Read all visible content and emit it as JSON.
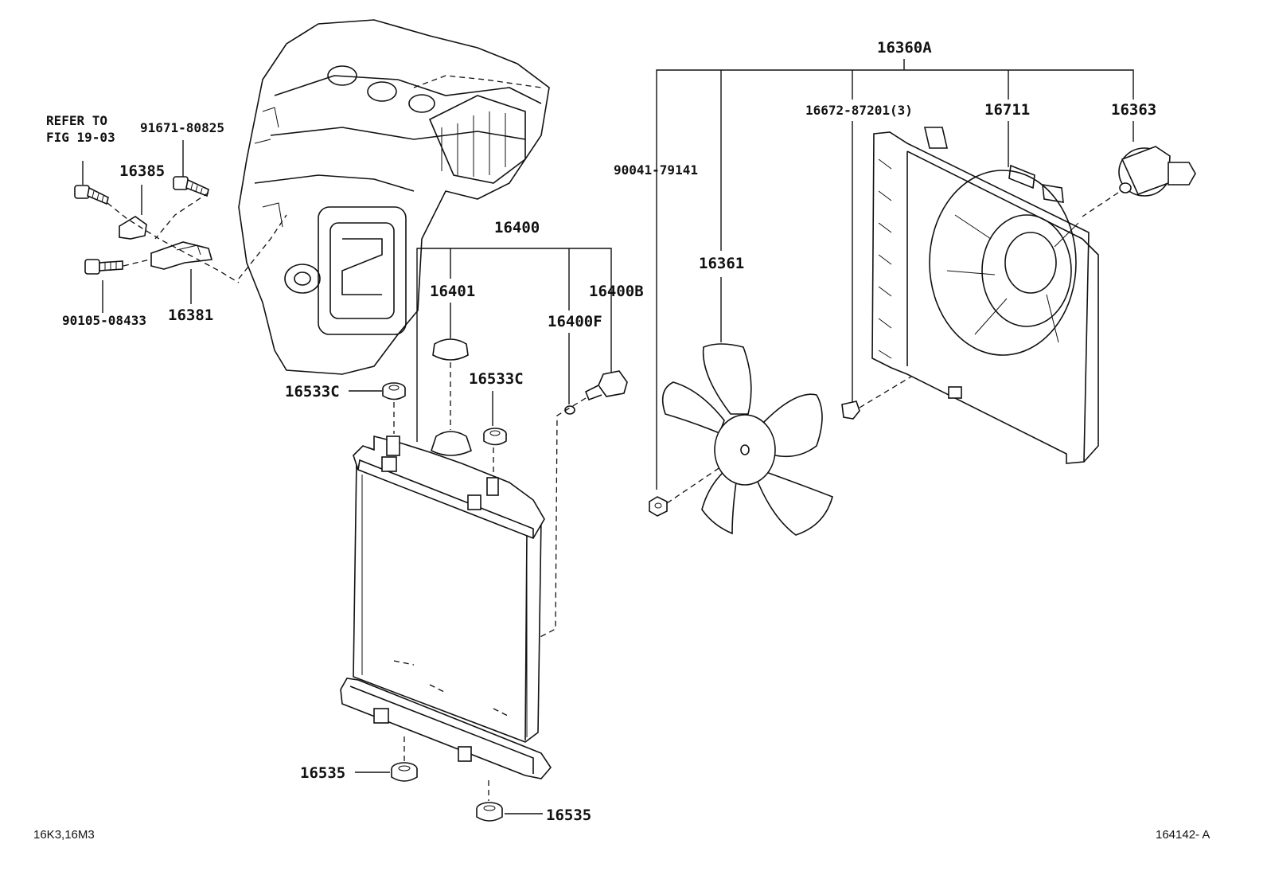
{
  "labels": {
    "refer_line1": "REFER TO",
    "refer_line2": "FIG 19-03",
    "p91671": "91671-80825",
    "p16385": "16385",
    "p90105": "90105-08433",
    "p16381": "16381",
    "p16400": "16400",
    "p16401": "16401",
    "p16400B": "16400B",
    "p16400F": "16400F",
    "p16533C_left": "16533C",
    "p16533C_right": "16533C",
    "p16535_left": "16535",
    "p16535_bottom": "16535",
    "p16360A": "16360A",
    "p90041": "90041-79141",
    "p16361": "16361",
    "p16672": "16672-87201(3)",
    "p16711": "16711",
    "p16363": "16363"
  },
  "footer": {
    "model_code": "16K3,16M3",
    "figure_id": "164142- A"
  }
}
